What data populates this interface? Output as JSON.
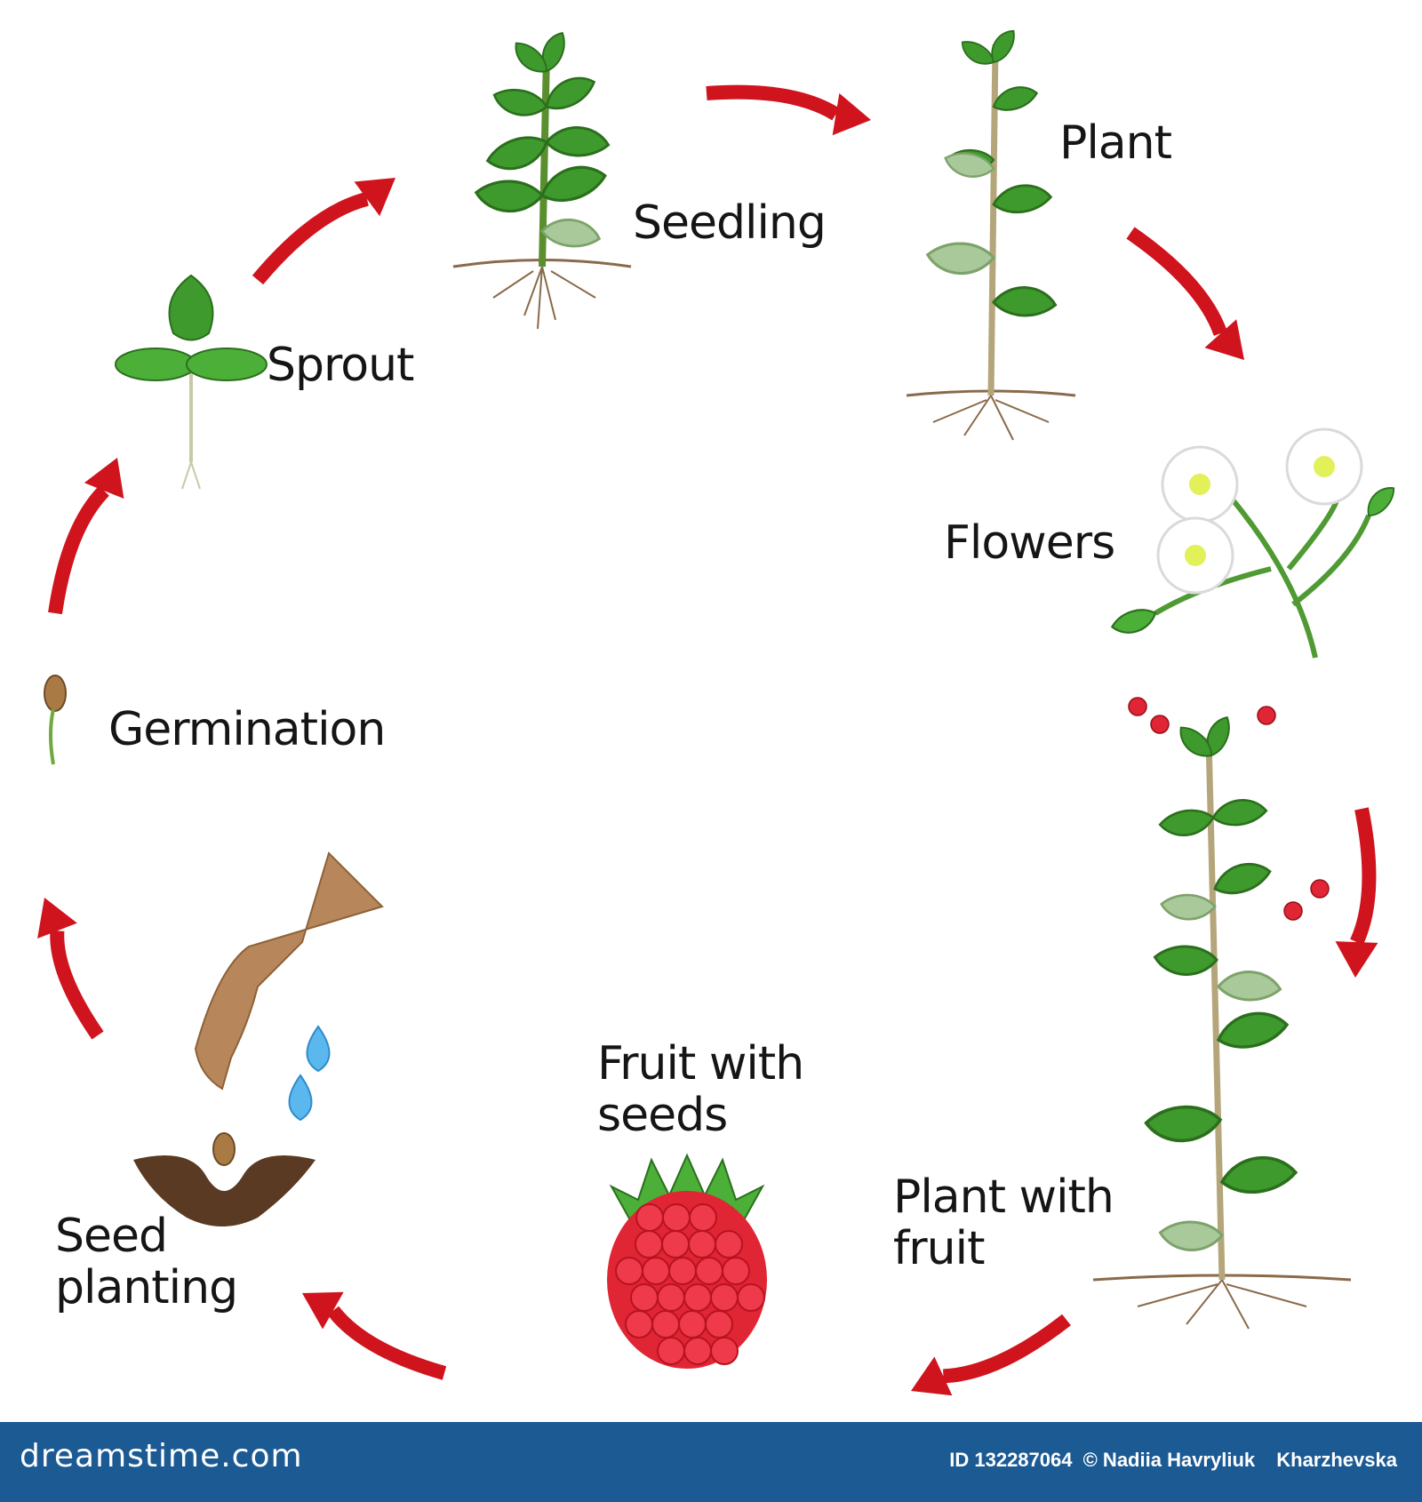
{
  "stages": [
    {
      "label": "Seedling"
    },
    {
      "label": "Plant"
    },
    {
      "label": "Flowers"
    },
    {
      "label": "Plant with\n fruit"
    },
    {
      "label": "Fruit with\nseeds"
    },
    {
      "label": "Seed\nplanting"
    },
    {
      "label": "Germination"
    },
    {
      "label": "Sprout"
    }
  ],
  "colors": {
    "arrow": "#d0141e",
    "leaf": "#3e9a2c",
    "leaf_light": "#a9c99a",
    "fruit": "#e02535",
    "footer": "#1c5a94",
    "water": "#5bb8ef",
    "hand": "#b7865a",
    "soil": "#5a3a22"
  },
  "footer": {
    "site": "dreamstime.com",
    "id_text": "ID 132287064",
    "copyright": "© Nadiia Havryliuk",
    "author": "Kharzhevska"
  }
}
